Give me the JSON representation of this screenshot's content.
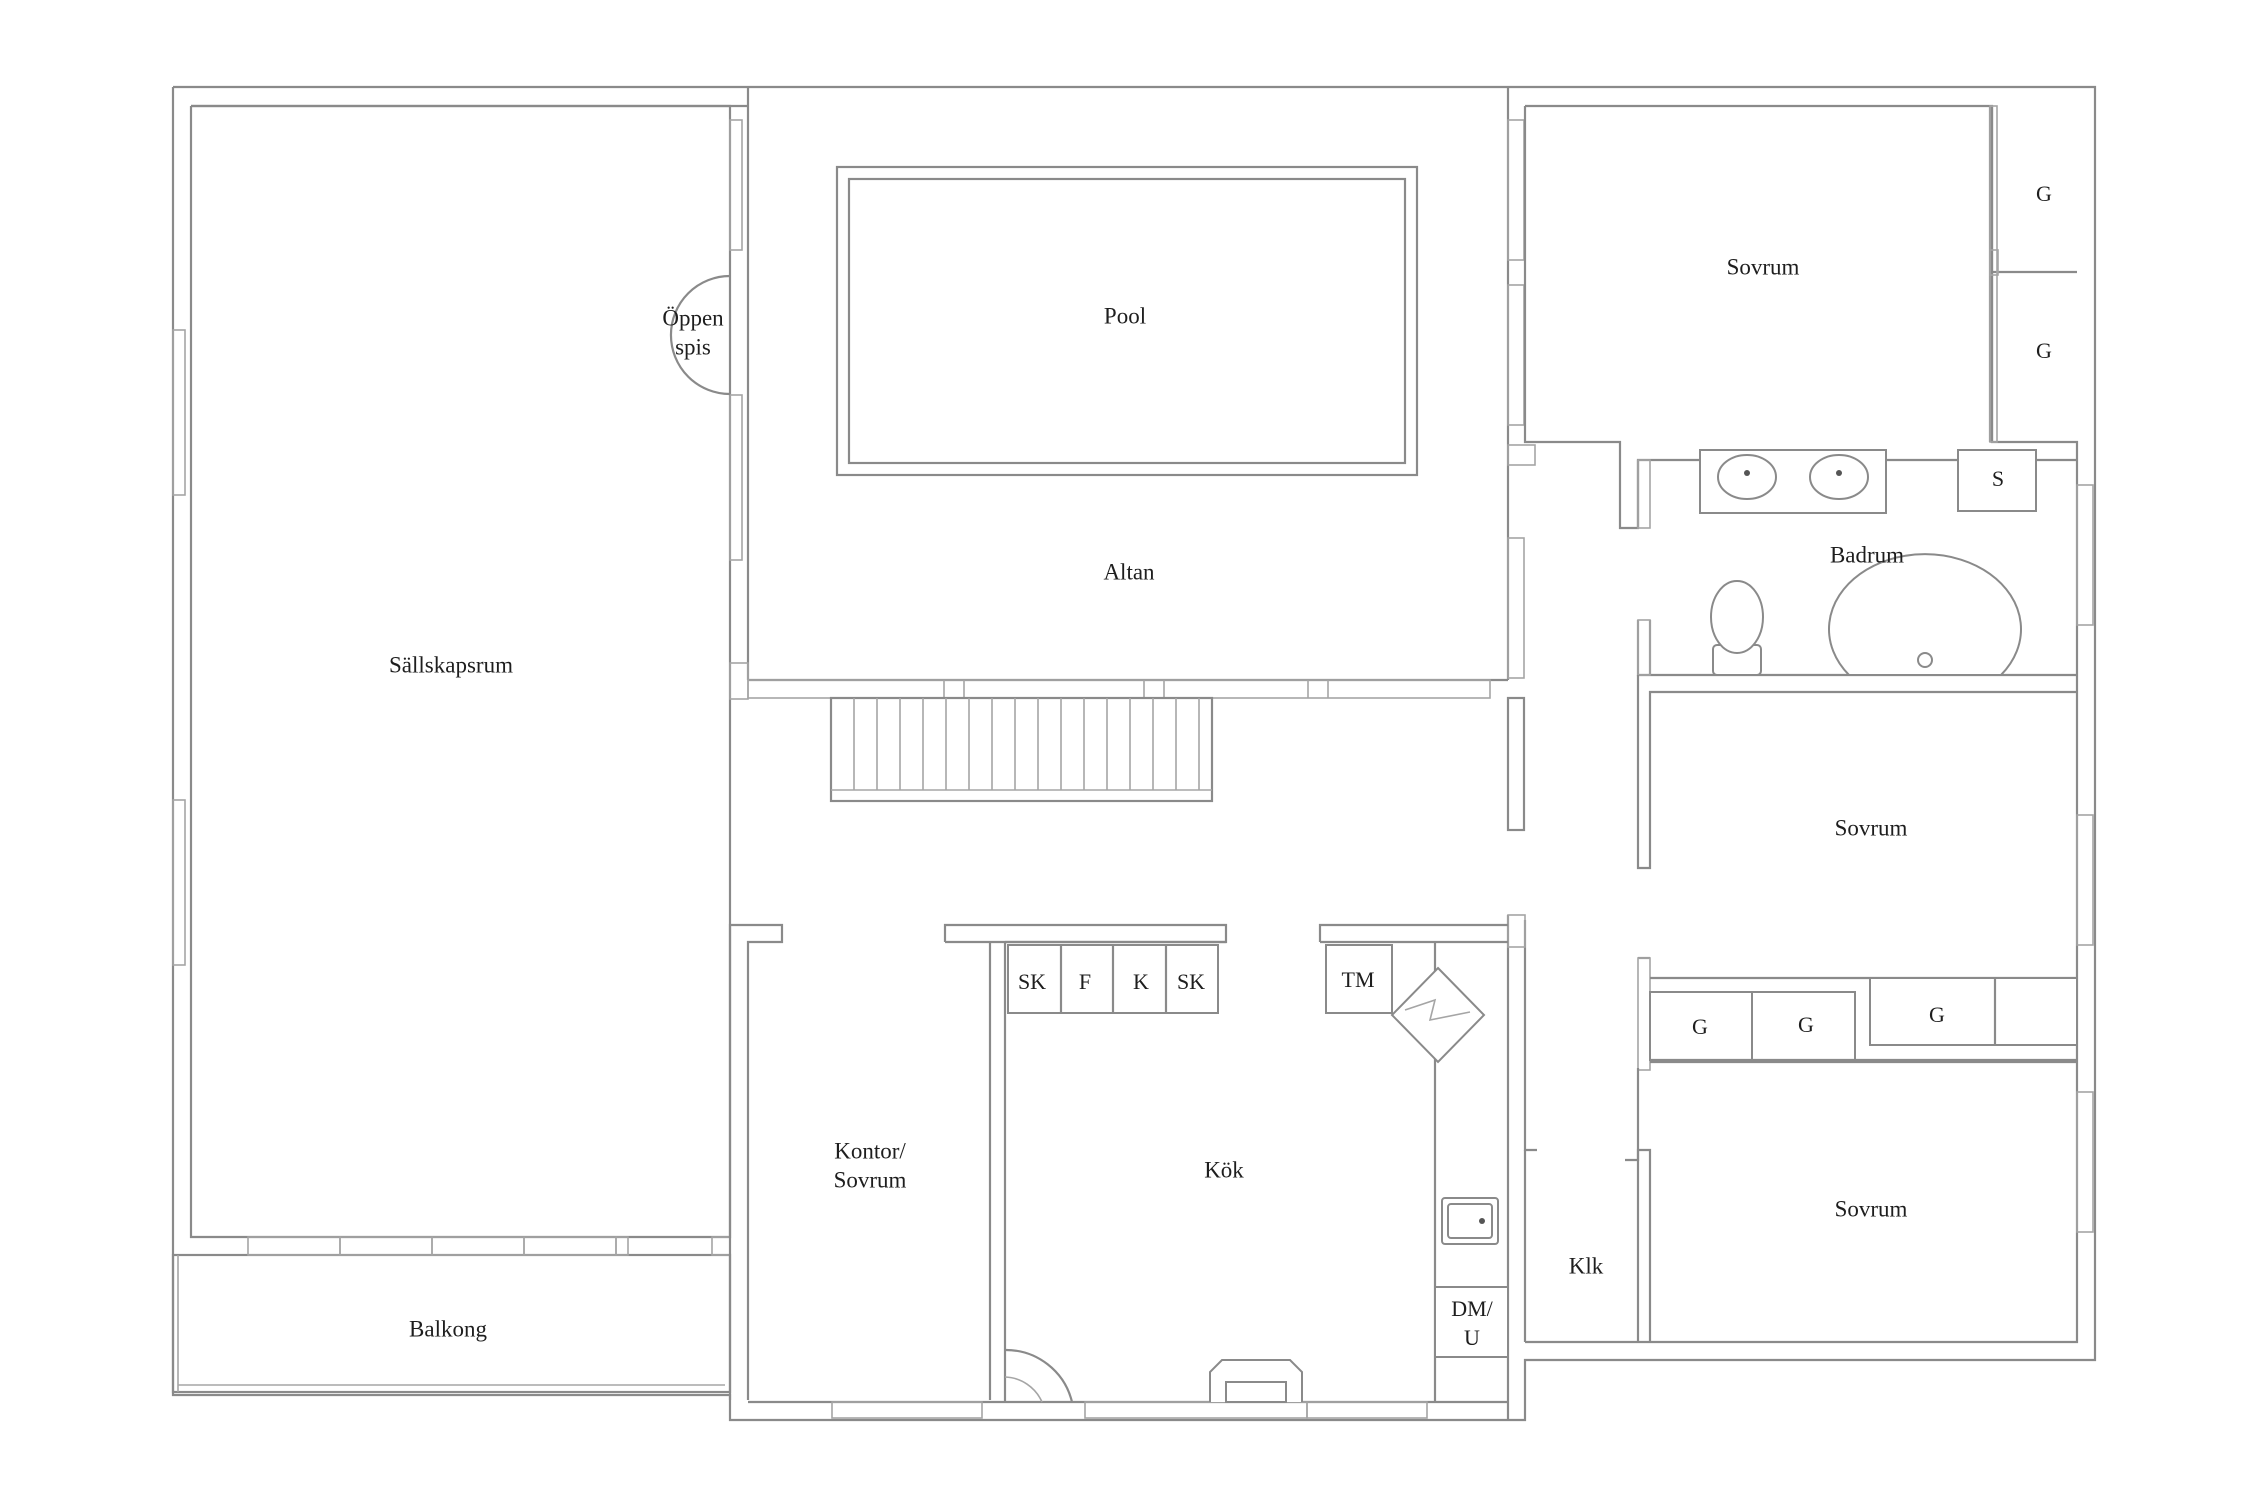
{
  "rooms": {
    "sallskapsrum": "Sällskapsrum",
    "pool": "Pool",
    "altan": "Altan",
    "oppen_spis_1": "Öppen",
    "oppen_spis_2": "spis",
    "sovrum_1": "Sovrum",
    "sovrum_2": "Sovrum",
    "sovrum_3": "Sovrum",
    "badrum": "Badrum",
    "kontor_1": "Kontor/",
    "kontor_2": "Sovrum",
    "kok": "Kök",
    "klk": "Klk",
    "balkong": "Balkong"
  },
  "fixtures": {
    "g_1": "G",
    "g_2": "G",
    "s": "S",
    "g_3": "G",
    "g_4": "G",
    "g_5": "G",
    "sk_1": "SK",
    "f": "F",
    "k": "K",
    "sk_2": "SK",
    "tm": "TM",
    "dmu_1": "DM/",
    "dmu_2": "U"
  }
}
